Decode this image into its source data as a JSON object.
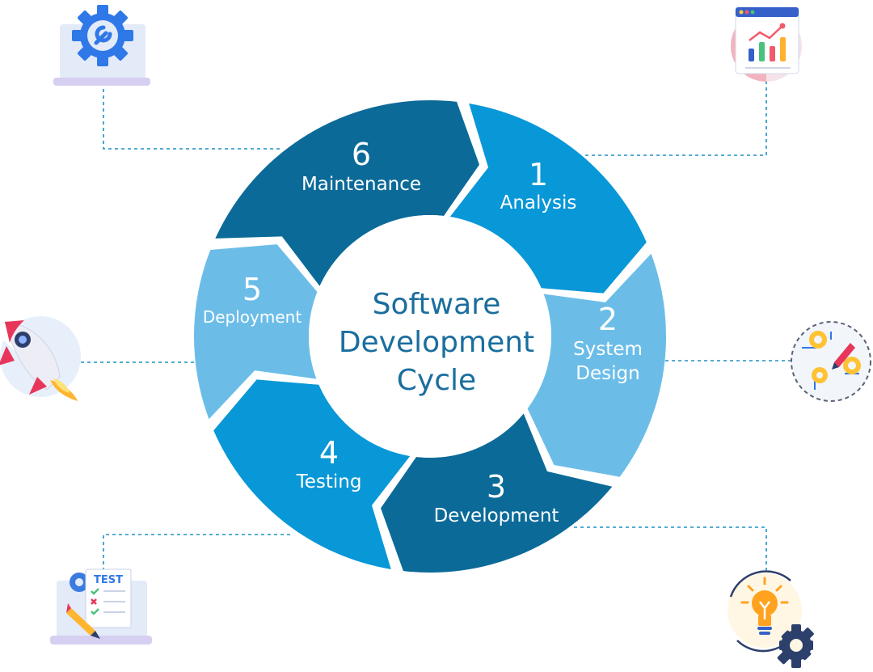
{
  "title_lines": [
    "Software",
    "Development",
    "Cycle"
  ],
  "stages": [
    {
      "number": "1",
      "name_lines": [
        "Analysis"
      ],
      "icon": "analytics-chart-icon",
      "color": "#0897d7"
    },
    {
      "number": "2",
      "name_lines": [
        "System",
        "Design"
      ],
      "icon": "design-gears-pencil-icon",
      "color": "#6bbde8"
    },
    {
      "number": "3",
      "name_lines": [
        "Development"
      ],
      "icon": "idea-bulb-gear-icon",
      "color": "#0b6a98"
    },
    {
      "number": "4",
      "name_lines": [
        "Testing"
      ],
      "icon": "test-checklist-laptop-icon",
      "color": "#0897d7"
    },
    {
      "number": "5",
      "name_lines": [
        "Deployment"
      ],
      "icon": "rocket-launch-icon",
      "color": "#6bbde8"
    },
    {
      "number": "6",
      "name_lines": [
        "Maintenance"
      ],
      "icon": "maintenance-gear-laptop-icon",
      "color": "#0b6a98"
    }
  ],
  "icon_text": {
    "test_badge": "TEST"
  }
}
